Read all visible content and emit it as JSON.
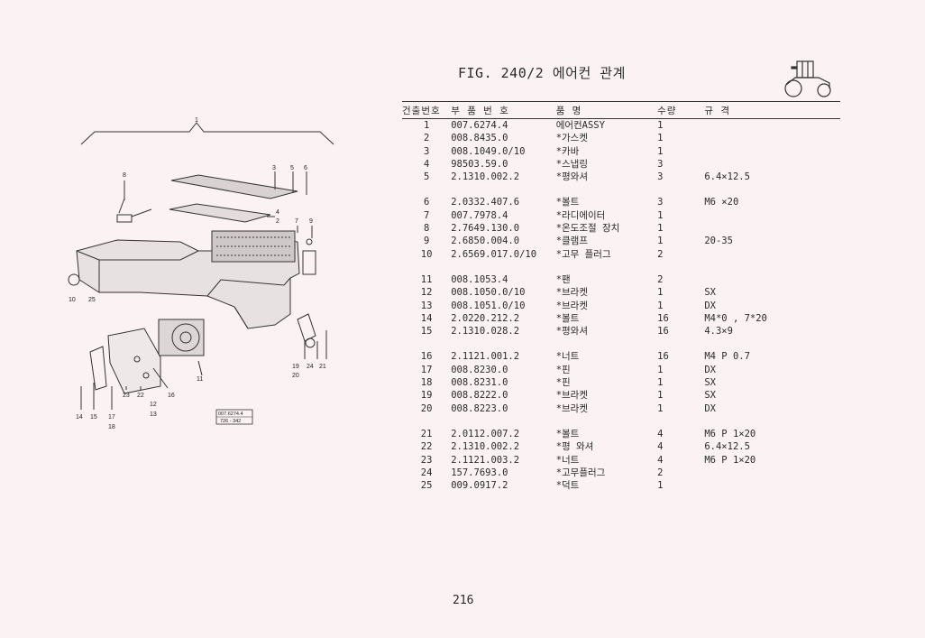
{
  "figure_title": "FIG. 240/2 에어컨 관계",
  "page_number": "216",
  "table_headers": {
    "no": "건출번호",
    "part": "부 품 번 호",
    "name": "품   명",
    "qty": "수량",
    "spec": "규      격"
  },
  "groups": [
    [
      {
        "no": "1",
        "part": "007.6274.4",
        "name": "에어컨ASSY",
        "qty": "1",
        "spec": ""
      },
      {
        "no": "2",
        "part": "008.8435.0",
        "name": "*가스켓",
        "qty": "1",
        "spec": ""
      },
      {
        "no": "3",
        "part": "008.1049.0/10",
        "name": "*카바",
        "qty": "1",
        "spec": ""
      },
      {
        "no": "4",
        "part": "98503.59.0",
        "name": "*스냅링",
        "qty": "3",
        "spec": ""
      },
      {
        "no": "5",
        "part": "2.1310.002.2",
        "name": "*평와셔",
        "qty": "3",
        "spec": "6.4×12.5"
      }
    ],
    [
      {
        "no": "6",
        "part": "2.0332.407.6",
        "name": "*볼트",
        "qty": "3",
        "spec": "M6 ×20"
      },
      {
        "no": "7",
        "part": "007.7978.4",
        "name": "*라디에이터",
        "qty": "1",
        "spec": ""
      },
      {
        "no": "8",
        "part": "2.7649.130.0",
        "name": "*온도조절 장치",
        "qty": "1",
        "spec": ""
      },
      {
        "no": "9",
        "part": "2.6850.004.0",
        "name": "*클램프",
        "qty": "1",
        "spec": "20-35"
      },
      {
        "no": "10",
        "part": "2.6569.017.0/10",
        "name": "*고무 플러그",
        "qty": "2",
        "spec": ""
      }
    ],
    [
      {
        "no": "11",
        "part": "008.1053.4",
        "name": "*팬",
        "qty": "2",
        "spec": ""
      },
      {
        "no": "12",
        "part": "008.1050.0/10",
        "name": "*브라켓",
        "qty": "1",
        "spec": "SX"
      },
      {
        "no": "13",
        "part": "008.1051.0/10",
        "name": "*브라켓",
        "qty": "1",
        "spec": "DX"
      },
      {
        "no": "14",
        "part": "2.0220.212.2",
        "name": "*볼트",
        "qty": "16",
        "spec": "M4*0 , 7*20"
      },
      {
        "no": "15",
        "part": "2.1310.028.2",
        "name": "*평와셔",
        "qty": "16",
        "spec": "4.3×9"
      }
    ],
    [
      {
        "no": "16",
        "part": "2.1121.001.2",
        "name": "*너트",
        "qty": "16",
        "spec": "M4 P 0.7"
      },
      {
        "no": "17",
        "part": "008.8230.0",
        "name": "*핀",
        "qty": "1",
        "spec": "DX"
      },
      {
        "no": "18",
        "part": "008.8231.0",
        "name": "*핀",
        "qty": "1",
        "spec": "SX"
      },
      {
        "no": "19",
        "part": "008.8222.0",
        "name": "*브라켓",
        "qty": "1",
        "spec": "SX"
      },
      {
        "no": "20",
        "part": "008.8223.0",
        "name": "*브라켓",
        "qty": "1",
        "spec": "DX"
      }
    ],
    [
      {
        "no": "21",
        "part": "2.0112.007.2",
        "name": "*볼트",
        "qty": "4",
        "spec": "M6 P 1×20"
      },
      {
        "no": "22",
        "part": "2.1310.002.2",
        "name": "*평 와셔",
        "qty": "4",
        "spec": "6.4×12.5"
      },
      {
        "no": "23",
        "part": "2.1121.003.2",
        "name": "*너트",
        "qty": "4",
        "spec": "M6 P 1×20"
      },
      {
        "no": "24",
        "part": "157.7693.0",
        "name": "*고무플러그",
        "qty": "2",
        "spec": ""
      },
      {
        "no": "25",
        "part": "009.0917.2",
        "name": "*덕트",
        "qty": "1",
        "spec": ""
      }
    ]
  ],
  "diagram": {
    "callouts": {
      "c1": "1",
      "c2": "2",
      "c3": "3",
      "c4": "4",
      "c5": "5",
      "c6": "6",
      "c7": "7",
      "c8": "8",
      "c9": "9",
      "c10": "10",
      "c11": "11",
      "c12": "12",
      "c13": "13",
      "c14": "14",
      "c15": "15",
      "c16": "16",
      "c17": "17",
      "c18": "18",
      "c19": "19",
      "c20": "20",
      "c21": "21",
      "c22": "22",
      "c23": "23",
      "c24": "24",
      "c25": "25"
    },
    "ref_box_line1": "007.6274.4",
    "ref_box_line2": "726 - 342"
  }
}
